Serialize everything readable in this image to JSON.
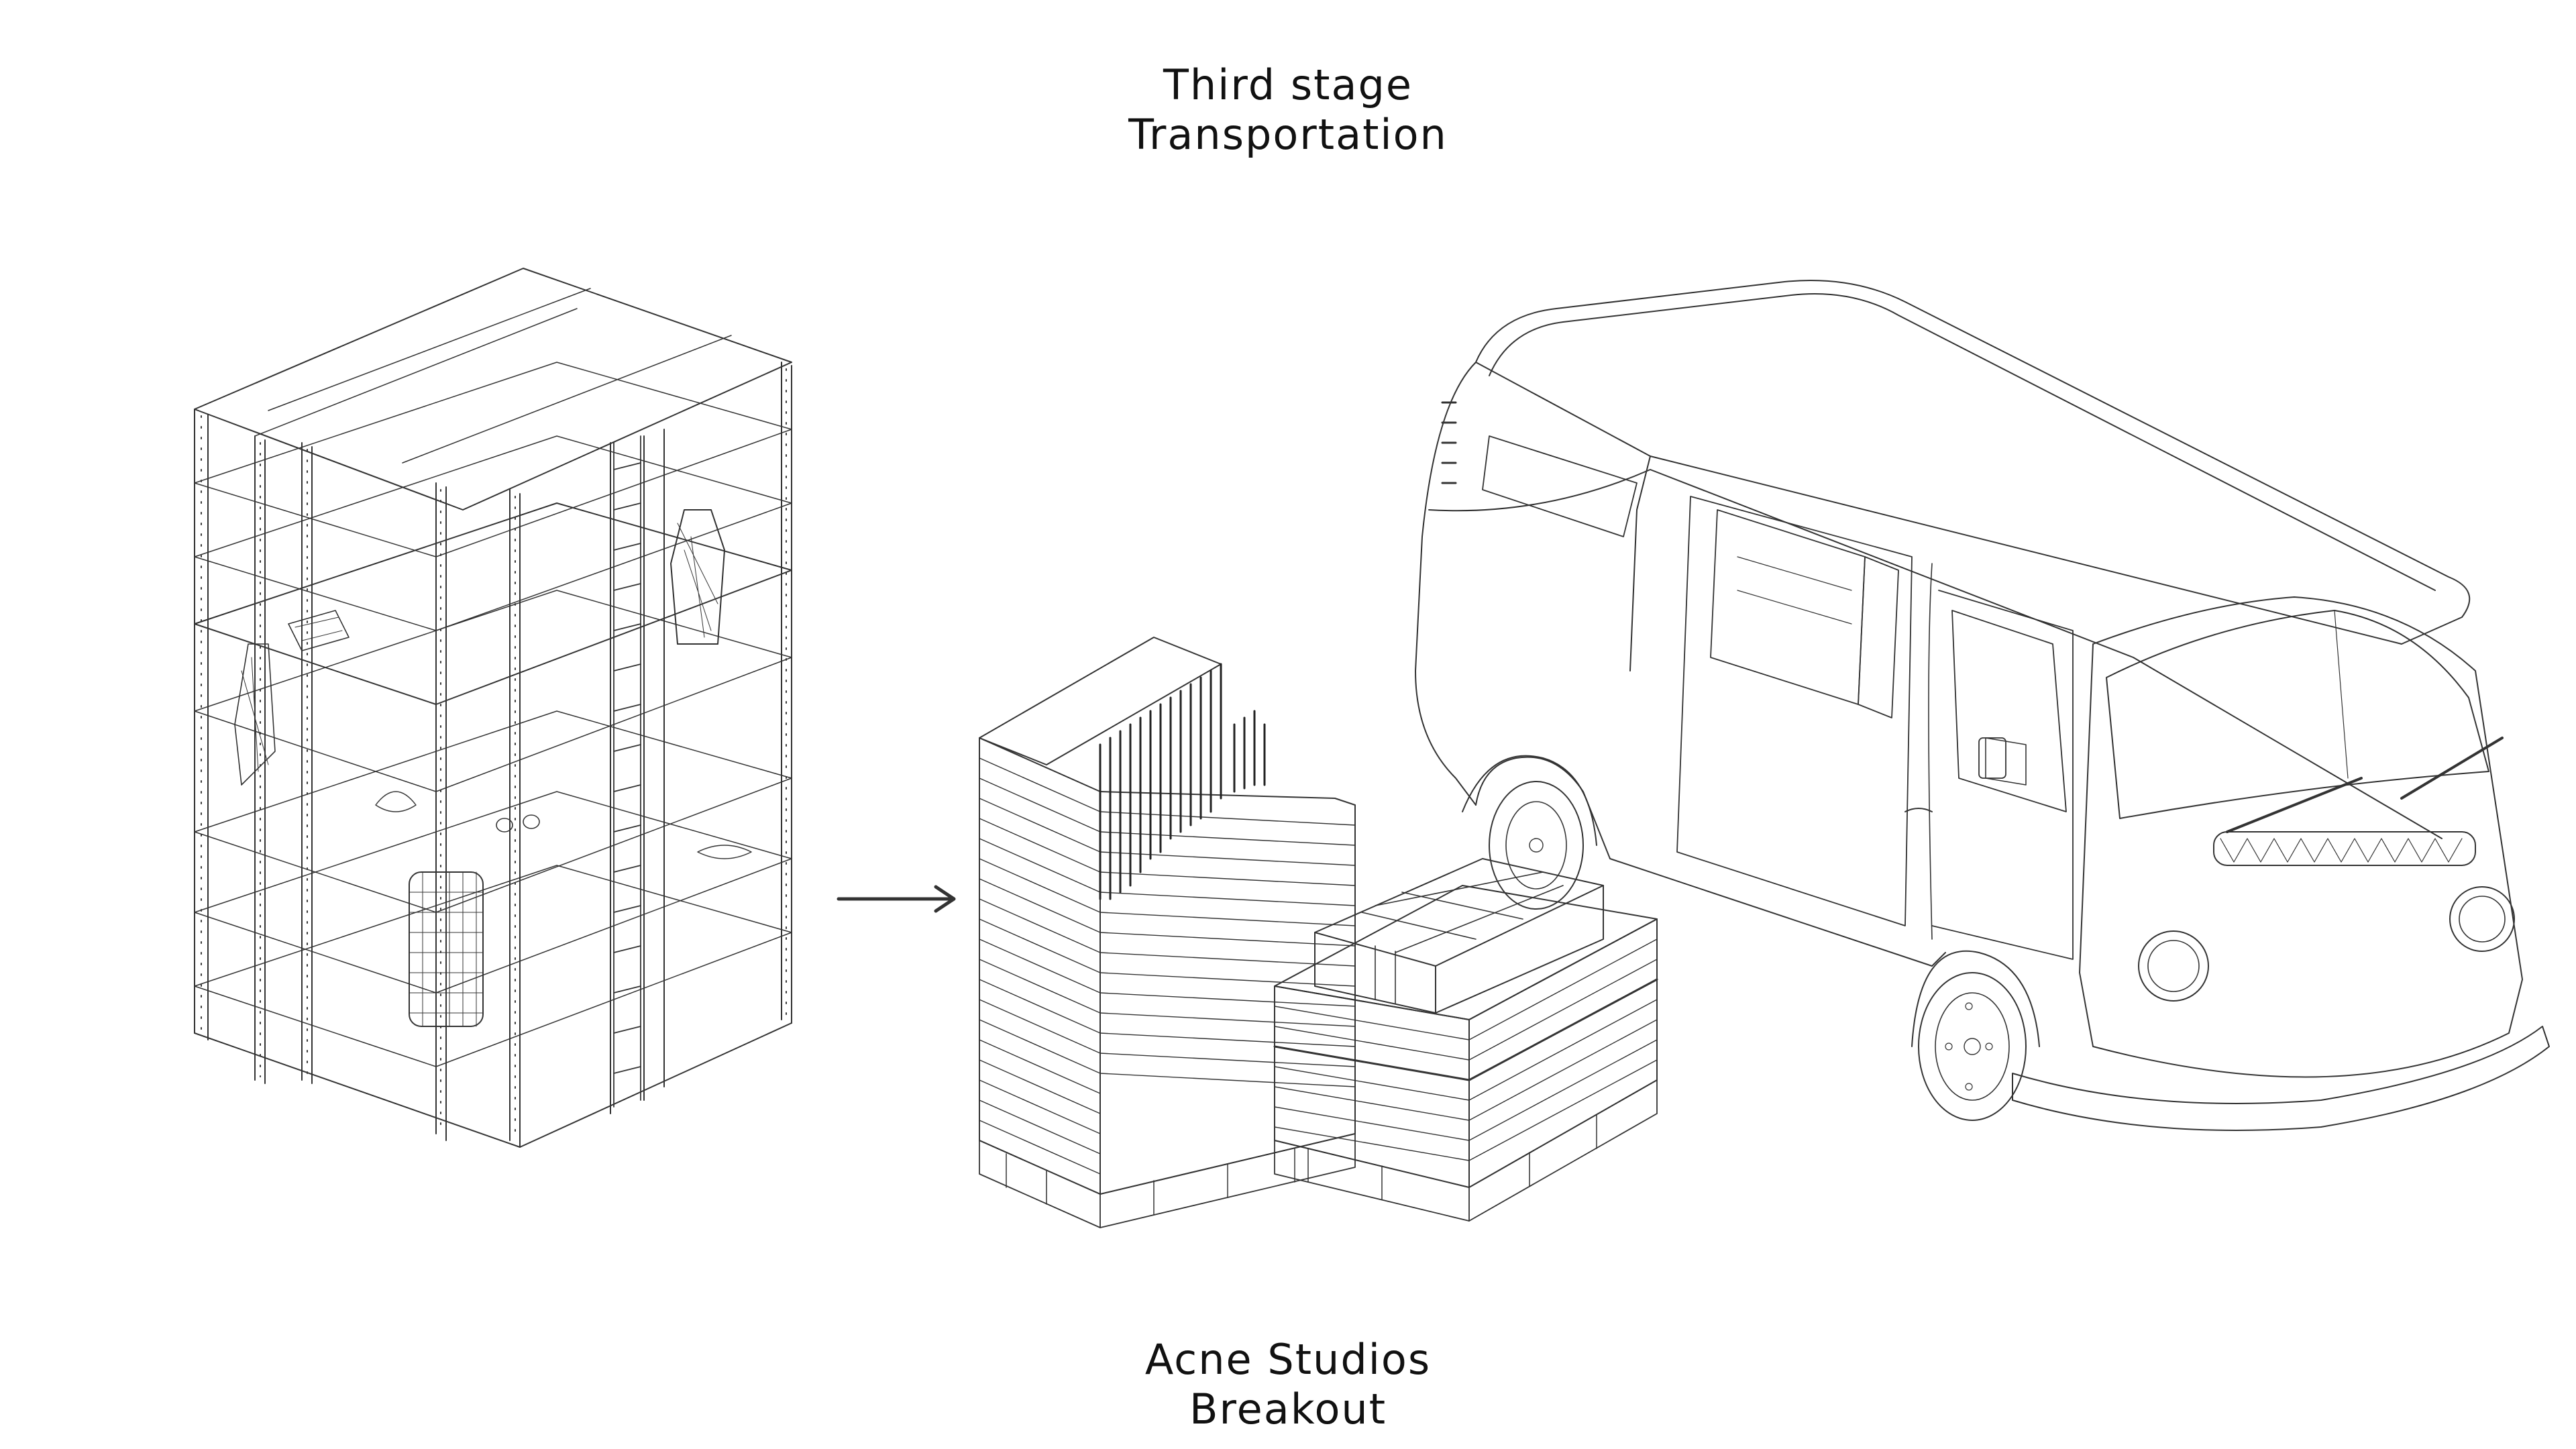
{
  "header": {
    "line1": "Third stage",
    "line2": "Transportation"
  },
  "footer": {
    "line1": "Acne Studios",
    "line2": "Breakout"
  },
  "illustration": {
    "items": [
      "shelving-unit",
      "arrow",
      "stacked-pallets",
      "van"
    ],
    "stroke_color": "#333333",
    "background_color": "#ffffff"
  }
}
